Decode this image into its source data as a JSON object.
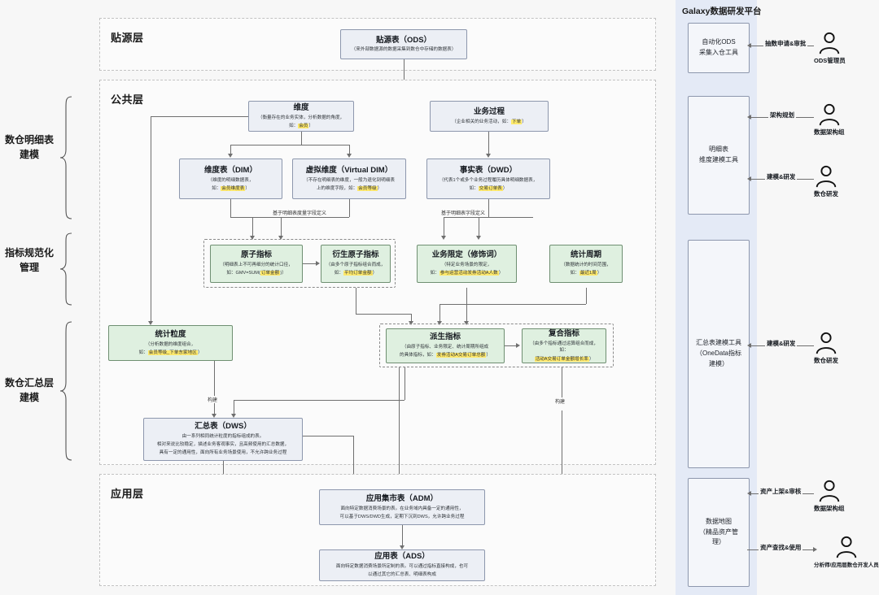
{
  "layers": [
    {
      "key": "ods",
      "title": "贴源层"
    },
    {
      "key": "common",
      "title": "公共层"
    },
    {
      "key": "app",
      "title": "应用层"
    }
  ],
  "brackets": [
    {
      "key": "detail",
      "label": "数仓明细表\n建模",
      "label_line1": "数仓明细表",
      "label_line2": "建模"
    },
    {
      "key": "metric",
      "label": "指标规范化\n管理",
      "label_line1": "指标规范化",
      "label_line2": "管理"
    },
    {
      "key": "summary",
      "label": "数仓汇总层\n建模",
      "label_line1": "数仓汇总层",
      "label_line2": "建模"
    }
  ],
  "nodes": {
    "ods_table": {
      "title": "贴源表（ODS）",
      "desc": "（来外部数据源的数据采集到数仓中存储的数据表）"
    },
    "dimension": {
      "title": "维度",
      "desc_line1": "（衡量存在的业务实体，分析数据的角度，",
      "desc_line2_prefix": "如：",
      "desc_line2_highlight": "会员"
    },
    "business_process": {
      "title": "业务过程",
      "desc_prefix": "（企业相关的业务活动，如：",
      "desc_highlight": "下单",
      "desc_suffix": "）"
    },
    "dim_table": {
      "title": "维度表（DIM）",
      "desc_line1": "（维度的明细数据表，",
      "desc_line2_prefix": "如：",
      "desc_line2_highlight": "会员维度表",
      "desc_line2_suffix": "）"
    },
    "virtual_dim": {
      "title": "虚拟维度（Virtual DIM）",
      "desc_line1": "（不存在明细表的维度，一般为退化到明细表",
      "desc_line2_prefix": "上的维度字段，如：",
      "desc_line2_highlight": "会员等级",
      "desc_line2_suffix": "）"
    },
    "dwd_table": {
      "title": "事实表（DWD）",
      "desc_line1": "（代表1个或多个业务过程履历具体明细数据表，",
      "desc_line2_prefix": "如：",
      "desc_line2_highlight": "交易订单表",
      "desc_line2_suffix": "）"
    },
    "atomic_metric": {
      "title": "原子指标",
      "desc_line1": "（明细表上不可再细分的统计口径，",
      "desc_line2_prefix": "如：GMV=SUM(",
      "desc_line2_highlight": "订单金额",
      "desc_line2_suffix": ")）"
    },
    "derived_atomic_metric": {
      "title": "衍生原子指标",
      "desc_line1": "（由多个原子指标组合而成，",
      "desc_line2_prefix": "如：",
      "desc_line2_highlight": "平均订单金额",
      "desc_line2_suffix": "）"
    },
    "business_qualifier": {
      "title": "业务限定（修饰词）",
      "desc_line1": "（特定业务场景的限定，",
      "desc_line2_prefix": "如：",
      "desc_line2_highlight": "参与运营活动发券活动A人数",
      "desc_line2_suffix": "）"
    },
    "stat_period": {
      "title": "统计周期",
      "desc_line1": "（数据统计的时间范围，",
      "desc_line2_prefix": "如：",
      "desc_line2_highlight": "最近1周",
      "desc_line2_suffix": "）"
    },
    "stat_granularity": {
      "title": "统计粒度",
      "desc_line1": "（分析数据的维度组合，",
      "desc_line2_prefix": "如：",
      "desc_line2_highlight": "会员等级_下单东家地区",
      "desc_line2_suffix": "）"
    },
    "derived_metric": {
      "title": "派生指标",
      "desc_line1": "（由原子指标、业务限定、统计周期所组成",
      "desc_line2_prefix": "的具体指标，如：",
      "desc_line2_highlight": "发券活动A交易订单总额",
      "desc_line2_suffix": "）"
    },
    "composite_metric": {
      "title": "复合指标",
      "desc_line1": "（由多个指标通过运算组合而成，如：",
      "desc_line2_highlight": "活动A交易订单金额增长率",
      "desc_line2_suffix": "）"
    },
    "dws_table": {
      "title": "汇总表（DWS）",
      "desc_line1": "由一系列相同统计粒度的指标组成的表。",
      "desc_line2": "相对来说比较稳定，描述业务客观事实，且高频使用的汇总数据，",
      "desc_line3": "具有一定的通用性，面向所有业务场景使用，不允许跨业务过程"
    },
    "adm_table": {
      "title": "应用集市表（ADM）",
      "desc_line1": "面向特定数据消费场景的表。在业务域内具备一定的通用性，",
      "desc_line2": "可以基于DWS/DWD生成，定期下沉到DWS，允许跨业务过程"
    },
    "ads_table": {
      "title": "应用表（ADS）",
      "desc_line1": "面向特定数据消费场景所定制的表。可以通过指标直接构成，也可",
      "desc_line2": "以通过其它的汇总表、明细表构成"
    }
  },
  "edge_labels": {
    "by_detail_measure": "基于明细表度量字段定义",
    "by_detail_field": "基于明细表字段定义",
    "build_left": "构建",
    "build_right": "构建"
  },
  "platform": {
    "title": "Galaxy数据研发平台",
    "tools": [
      {
        "key": "ods_tool",
        "lines": [
          "自动化ODS",
          "采集入仓工具"
        ]
      },
      {
        "key": "detail_tool",
        "lines": [
          "明细表",
          "维度建模工具"
        ]
      },
      {
        "key": "summary_tool",
        "lines": [
          "汇总表建模工具",
          "（OneData指标",
          "建模）"
        ]
      },
      {
        "key": "data_map",
        "lines": [
          "数据地图",
          "（精品资产管",
          "理）"
        ]
      }
    ],
    "flows": [
      {
        "key": "ods_apply",
        "label": "抽数申请&审批",
        "direction": "left",
        "actor": "ODS管理员"
      },
      {
        "key": "arch_plan",
        "label": "架构规划",
        "direction": "left",
        "actor": "数据架构组"
      },
      {
        "key": "model_dev_detail",
        "label": "建模&研发",
        "direction": "left",
        "actor": "数仓研发"
      },
      {
        "key": "model_dev_summary",
        "label": "建模&研发",
        "direction": "left",
        "actor": "数仓研发"
      },
      {
        "key": "asset_publish",
        "label": "资产上架&审核",
        "direction": "left",
        "actor": "数据架构组"
      },
      {
        "key": "asset_search",
        "label": "资产查找&使用",
        "direction": "right",
        "actor": "分析师/应用层数仓开发人员"
      }
    ]
  },
  "colors": {
    "panel_bg": "#e4eaf6",
    "node_blue": "#eceff5",
    "node_green": "#dff0e0",
    "highlight": "#ffe96b",
    "border": "#8d97ad",
    "line": "#6f6f6f"
  }
}
